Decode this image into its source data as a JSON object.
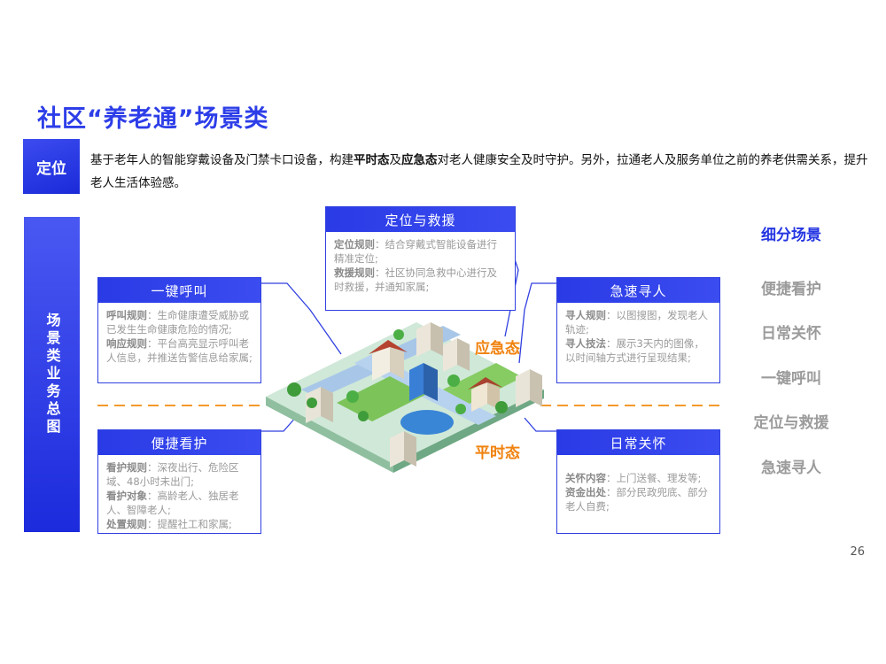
{
  "title": "社区“养老通”场景类",
  "positioning": {
    "tag": "定位",
    "intro_1": "基于老年人的智能穿戴设备及门禁卡口设备，构建",
    "intro_bold_1": "平时态",
    "intro_2": "及",
    "intro_bold_2": "应急态",
    "intro_3": "对老人健康安全及时守护。另外，拉通老人及服务单位之前的养老供需关系，提升老人生活体验感。"
  },
  "side_label": "场景类业务总图",
  "cards": {
    "rescue": {
      "title": "定位与救援",
      "l1_label": "定位规则",
      "l1_text": "：结合穿戴式智能设备进行精准定位;",
      "l2_label": "救援规则",
      "l2_text": "：社区协同急救中心进行及时救援，并通知家属;"
    },
    "call": {
      "title": "一键呼叫",
      "l1_label": "呼叫规则",
      "l1_text": "：生命健康遭受威胁或已发生生命健康危险的情况;",
      "l2_label": "响应规则",
      "l2_text": "：平台高亮显示呼叫老人信息，并推送告警信息给家属;"
    },
    "search": {
      "title": "急速寻人",
      "l1_label": "寻人规则",
      "l1_text": "：以图搜图，发现老人轨迹;",
      "l2_label": "寻人技法",
      "l2_text": "：展示3天内的图像，以时间轴方式进行呈现结果;"
    },
    "care": {
      "title": "便捷看护",
      "l1_label": "看护规则",
      "l1_text": "：深夜出行、危险区域、48小时未出门;",
      "l2_label": "看护对象",
      "l2_text": "：高龄老人、独居老人、智障老人;",
      "l3_label": "处置规则",
      "l3_text": "：提醒社工和家属;"
    },
    "daily": {
      "title": "日常关怀",
      "l1_label": "关怀内容",
      "l1_text": "：上门送餐、理发等;",
      "l2_label": "资金出处",
      "l2_text": "：部分民政兜底、部分老人自费;"
    }
  },
  "states": {
    "emergency": "应急态",
    "normal": "平时态"
  },
  "right_panel": {
    "title": "细分场景",
    "items": [
      "便捷看护",
      "日常关怀",
      "一键呼叫",
      "定位与救援",
      "急速寻人"
    ]
  },
  "page_number": "26",
  "colors": {
    "brand_blue": "#2d3ee8",
    "accent_orange": "#f0820e",
    "muted_gray": "#9b9b9b"
  }
}
